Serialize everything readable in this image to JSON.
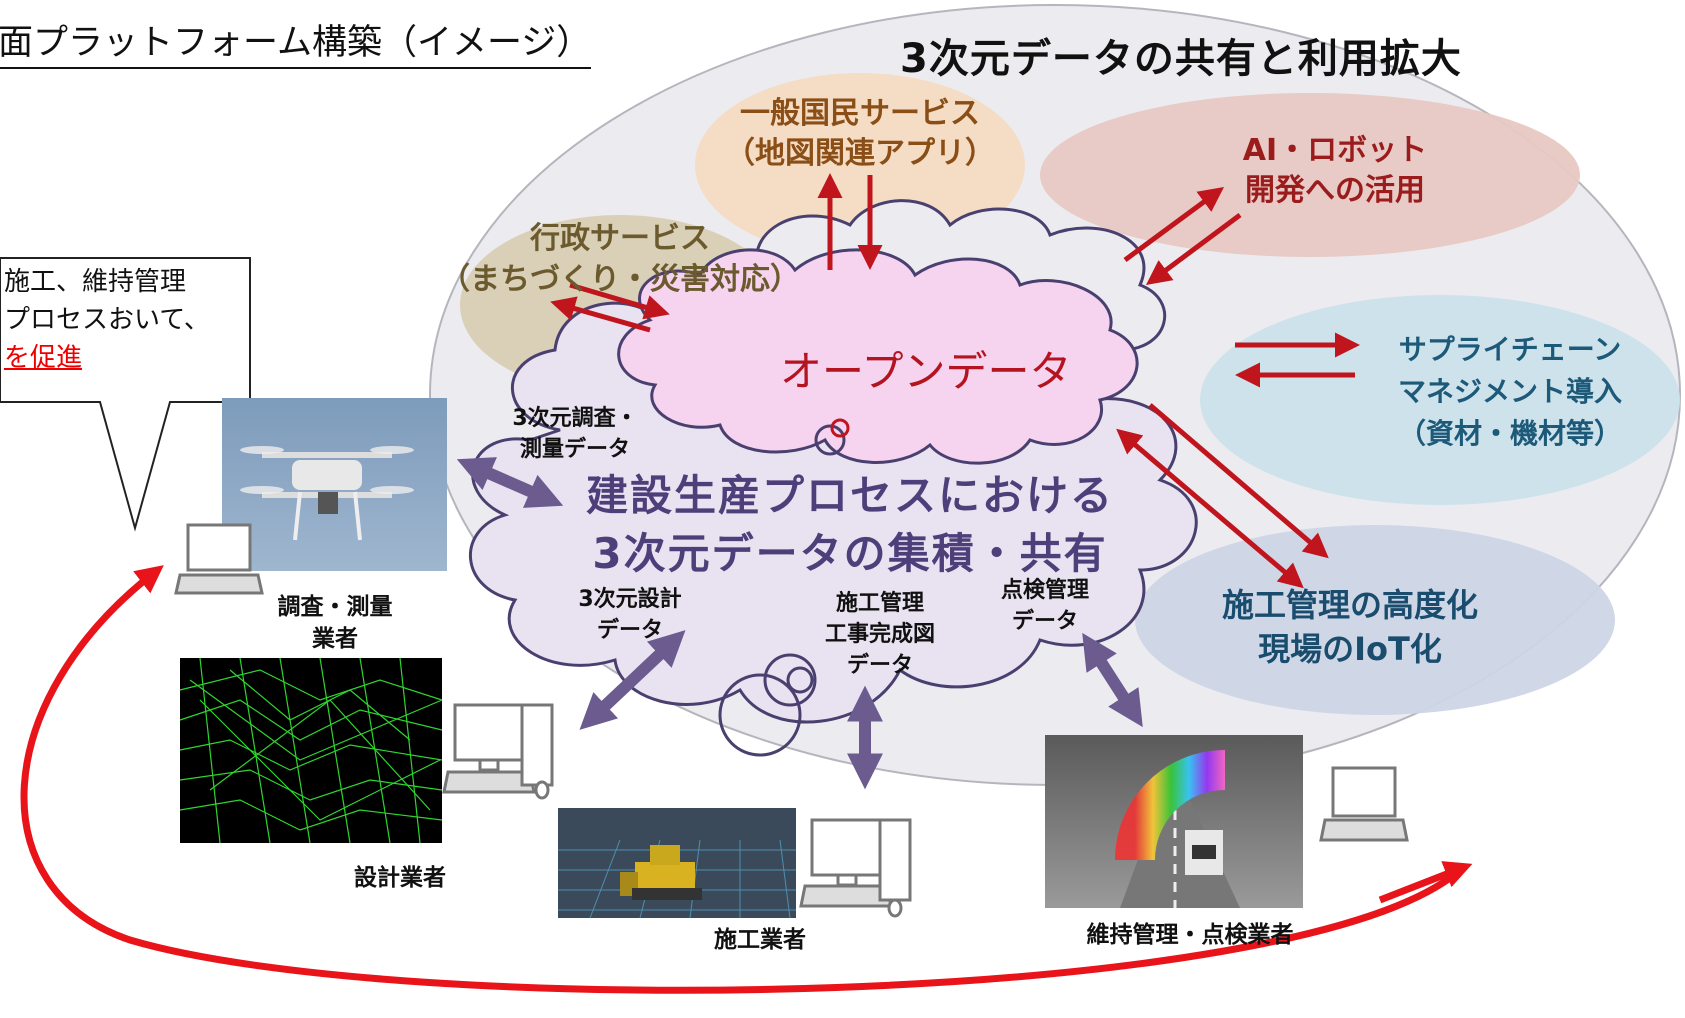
{
  "title": "面プラットフォーム構築（イメージ）",
  "heading": "3次元データの共有と利用拡大",
  "callout": {
    "line1": "施工、維持管理",
    "line2": "プロセスおいて、",
    "line3": "を促進"
  },
  "services": {
    "public": [
      "一般国民サービス",
      "（地図関連アプリ）"
    ],
    "admin": [
      "行政サービス",
      "（まちづくり・災害対応）"
    ],
    "ai": [
      "AI・ロボット",
      "開発への活用"
    ],
    "supply": [
      "サプライチェーン",
      "マネジメント導入",
      "（資材・機材等）"
    ],
    "construction": [
      "施工管理の高度化",
      "現場のIoT化"
    ]
  },
  "open_data": "オープンデータ",
  "process": [
    "建設生産プロセスにおける",
    "3次元データの集積・共有"
  ],
  "data_labels": {
    "survey": [
      "3次元調査・",
      "測量データ"
    ],
    "design": [
      "3次元設計",
      "データ"
    ],
    "construction": [
      "施工管理",
      "工事完成図",
      "データ"
    ],
    "inspection": [
      "点検管理",
      "データ"
    ]
  },
  "actors": {
    "survey": [
      "調査・測量",
      "業者"
    ],
    "design": "設計業者",
    "construction": "施工業者",
    "maintenance": "維持管理・点検業者"
  },
  "colors": {
    "arrow_red": "#c0151d",
    "arrow_purple": "#6b5b8e",
    "cycle_red": "#e8141a"
  }
}
